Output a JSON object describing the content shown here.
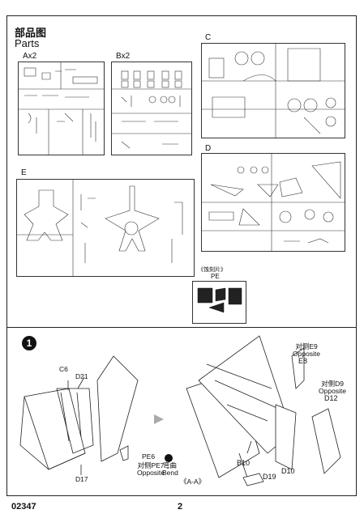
{
  "header": {
    "title_cn": "部品图",
    "title_en": "Parts"
  },
  "sprues": {
    "a": "Ax2",
    "b": "Bx2",
    "c": "C",
    "d": "D",
    "e": "E",
    "pe_cn": "《蚀刻片》",
    "pe": "PE"
  },
  "step": {
    "number": "1",
    "parts": {
      "c6": "C6",
      "d21": "D21",
      "d17": "D17",
      "pe6": "PE6",
      "pe6_note": "对侧PE7\nOpposite",
      "bend_cn": "弯曲",
      "bend": "Bend",
      "e9_note": "对侧E9\nOpposite",
      "e8": "E8",
      "d9_note": "对侧D9\nOpposite",
      "d12": "D12",
      "b10": "B10",
      "d10": "D10",
      "d19": "D19"
    },
    "section": "《A-A》"
  },
  "footer": {
    "code": "02347",
    "page": "2"
  }
}
